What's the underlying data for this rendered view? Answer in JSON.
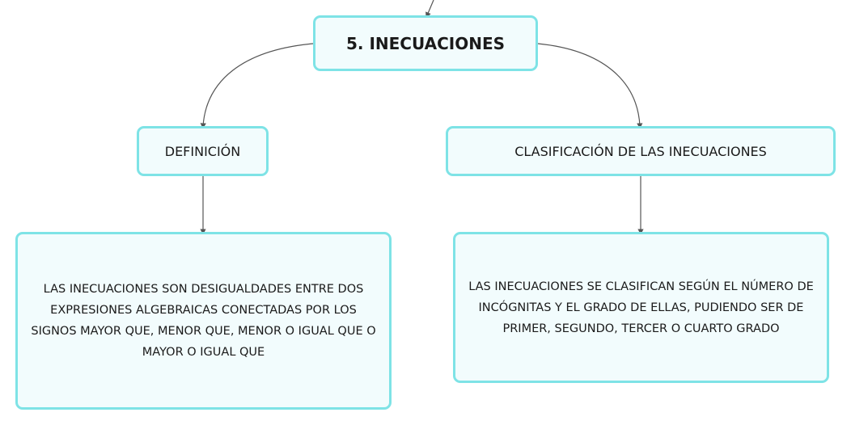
{
  "colors": {
    "node_border": "#7ee3e6",
    "node_fill": "#f2fcfd",
    "connector": "#555555",
    "text": "#1a1a1a"
  },
  "diagram": {
    "main_topic": "5. INECUACIONES",
    "branches": [
      {
        "label": "DEFINICIÓN",
        "detail": "LAS INECUACIONES SON DESIGUALDADES ENTRE DOS EXPRESIONES ALGEBRAICAS CONECTADAS POR LOS SIGNOS MAYOR QUE, MENOR QUE, MENOR O IGUAL QUE O MAYOR O IGUAL QUE"
      },
      {
        "label": "CLASIFICACIÓN DE LAS INECUACIONES",
        "detail": "LAS INECUACIONES SE CLASIFICAN SEGÚN EL NÚMERO DE INCÓGNITAS Y EL GRADO DE ELLAS, PUDIENDO SER DE PRIMER, SEGUNDO, TERCER O CUARTO GRADO"
      }
    ]
  }
}
